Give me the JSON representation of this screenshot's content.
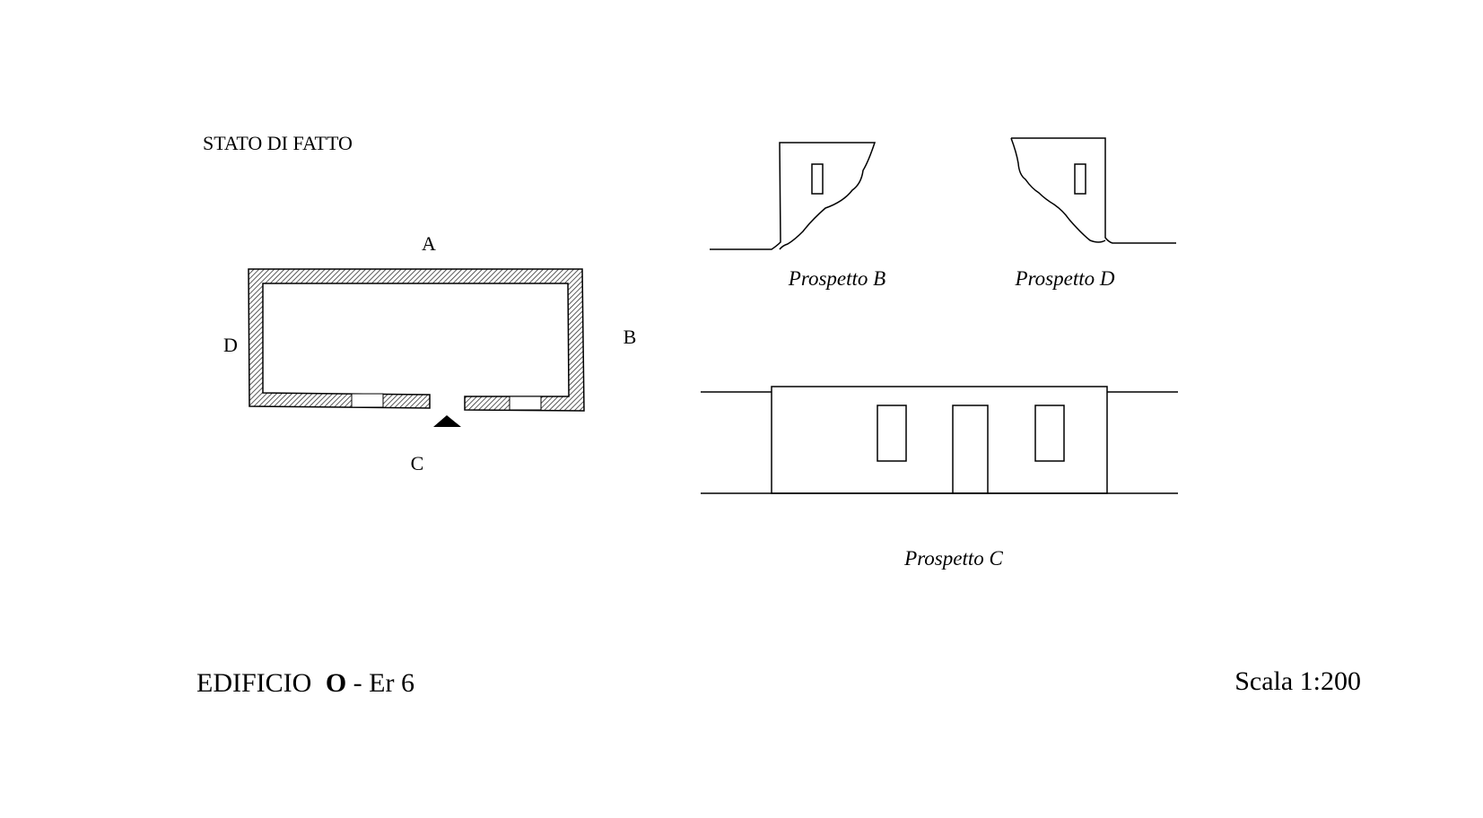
{
  "title": "STATO DI FATTO",
  "plan": {
    "labels": {
      "a": "A",
      "b": "B",
      "c": "C",
      "d": "D"
    }
  },
  "elevations": {
    "b": "Prospetto B",
    "d": "Prospetto D",
    "c": "Prospetto C"
  },
  "footer": {
    "building_prefix": "EDIFICIO",
    "building_id": "O",
    "building_suffix": "- Er 6",
    "scale": "Scala 1:200"
  },
  "colors": {
    "ink": "#000000",
    "background": "#ffffff"
  }
}
